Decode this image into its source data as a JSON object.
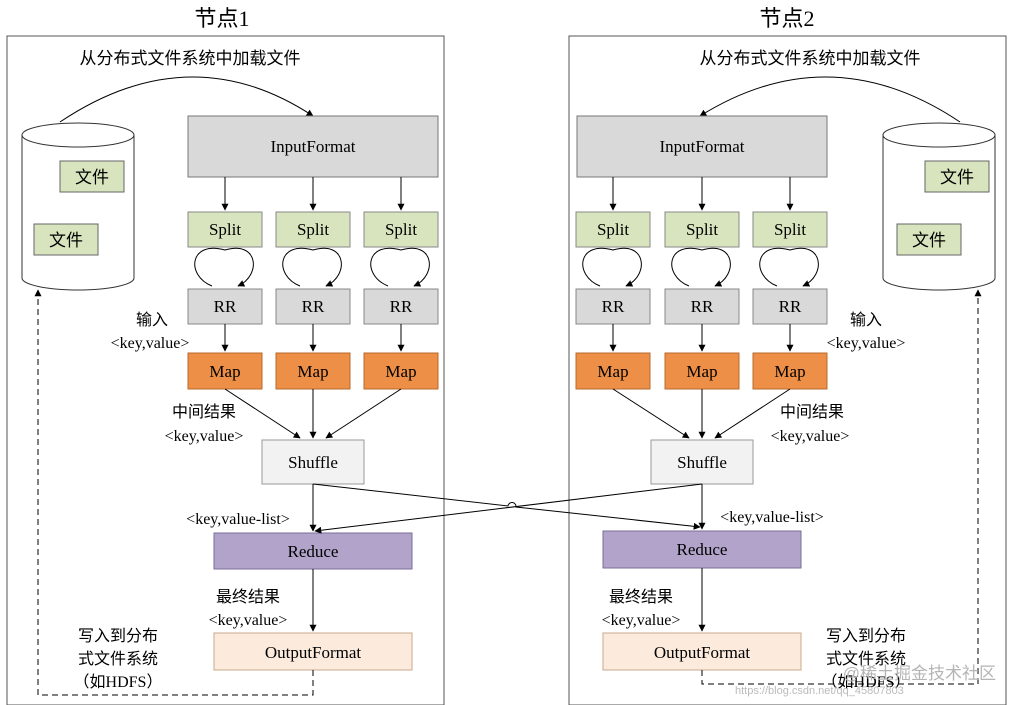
{
  "node1": {
    "title": "节点1",
    "load_text": "从分布式文件系统中加载文件",
    "file_labels": [
      "文件",
      "文件"
    ],
    "input_format": "InputFormat",
    "split": [
      "Split",
      "Split",
      "Split"
    ],
    "rr": [
      "RR",
      "RR",
      "RR"
    ],
    "map": [
      "Map",
      "Map",
      "Map"
    ],
    "input_label": [
      "输入",
      "<key,value>"
    ],
    "mid_label": [
      "中间结果",
      "<key,value>"
    ],
    "shuffle": "Shuffle",
    "kvlist": "<key,value-list>",
    "reduce": "Reduce",
    "final_label": [
      "最终结果",
      "<key,value>"
    ],
    "output_format": "OutputFormat",
    "write_label": [
      "写入到分布",
      "式文件系统",
      "（如HDFS）"
    ]
  },
  "node2": {
    "title": "节点2",
    "load_text": "从分布式文件系统中加载文件",
    "file_labels": [
      "文件",
      "文件"
    ],
    "input_format": "InputFormat",
    "split": [
      "Split",
      "Split",
      "Split"
    ],
    "rr": [
      "RR",
      "RR",
      "RR"
    ],
    "map": [
      "Map",
      "Map",
      "Map"
    ],
    "input_label": [
      "输入",
      "<key,value>"
    ],
    "mid_label": [
      "中间结果",
      "<key,value>"
    ],
    "shuffle": "Shuffle",
    "kvlist": "<key,value-list>",
    "reduce": "Reduce",
    "final_label": [
      "最终结果",
      "<key,value>"
    ],
    "output_format": "OutputFormat",
    "write_label": [
      "写入到分布",
      "式文件系统",
      "（如HDFS）"
    ]
  },
  "watermark": {
    "line1": "@稀土掘金技术社区",
    "line2": "https://blog.csdn.net/qq_45807803"
  },
  "colors": {
    "input_format": "#d9d9d9",
    "split": "#d7e4bd",
    "rr": "#d9d9d9",
    "map": "#ed8f47",
    "shuffle": "#f2f2f2",
    "reduce": "#b1a3c9",
    "output_format": "#fcebdc",
    "file": "#d7e4bd"
  }
}
